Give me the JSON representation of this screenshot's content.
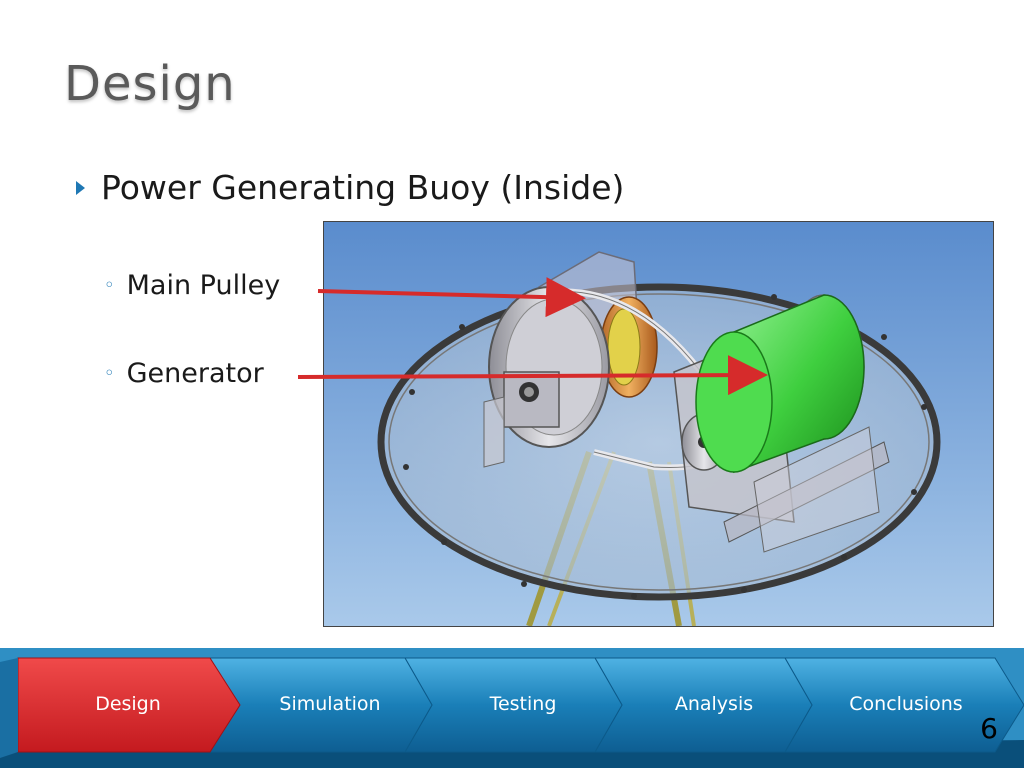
{
  "slide": {
    "title": "Design",
    "bullet": "Power Generating Buoy (Inside)",
    "sub_items": [
      "Main Pulley",
      "Generator"
    ],
    "page_number": "6"
  },
  "nav": {
    "items": [
      "Design",
      "Simulation",
      "Testing",
      "Analysis",
      "Conclusions"
    ],
    "active": "Design",
    "active_color": "#e32228",
    "inactive_color": "#1a7fb8"
  },
  "figure": {
    "annotation_arrow_color": "#d62b2b",
    "generator_color": "#3fcf3f",
    "background_color": "#6a9bd4"
  }
}
